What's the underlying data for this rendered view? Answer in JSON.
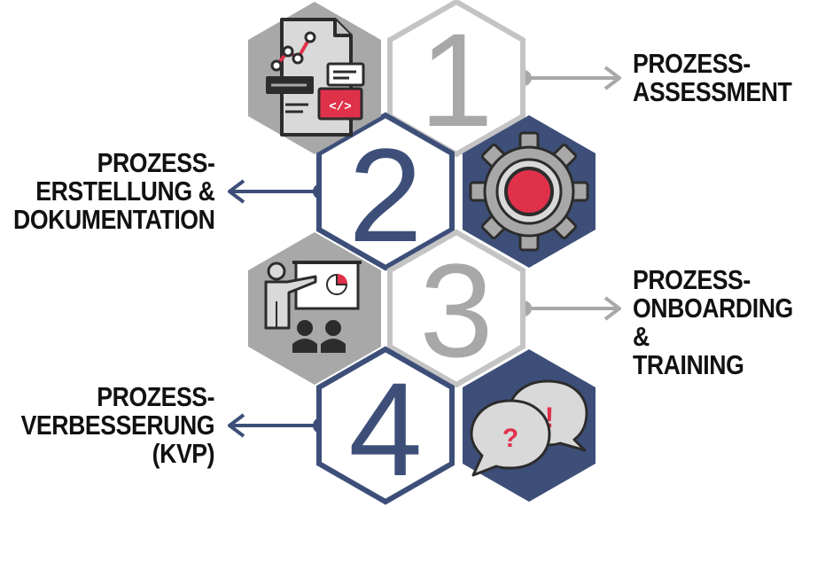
{
  "steps": [
    {
      "number": "1",
      "title": [
        "PROZESS-",
        "ASSESSMENT"
      ]
    },
    {
      "number": "2",
      "title": [
        "PROZESS-",
        "ERSTELLUNG &",
        "DOKUMENTATION"
      ]
    },
    {
      "number": "3",
      "title": [
        "PROZESS-",
        "ONBOARDING &",
        "TRAINING"
      ]
    },
    {
      "number": "4",
      "title": [
        "PROZESS-",
        "VERBESSERUNG",
        "(KVP)"
      ]
    }
  ],
  "icons": [
    "analytics-document-icon",
    "gear-icon",
    "presentation-icon",
    "speech-bubbles-icon"
  ],
  "colors": {
    "navy": "#3d4f79",
    "gray": "#a8a8a8",
    "light_gray": "#d9d9d9",
    "dark": "#2c2c2c",
    "accent_red": "#e0314b"
  }
}
